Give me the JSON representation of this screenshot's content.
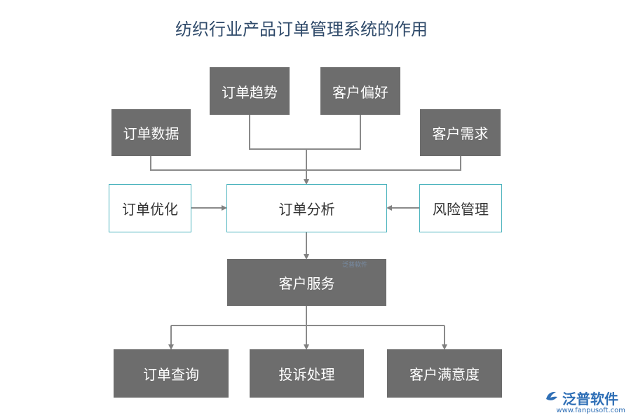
{
  "title": "纺织行业产品订单管理系统的作用",
  "nodes": {
    "order_trend": "订单趋势",
    "customer_preference": "客户偏好",
    "order_data": "订单数据",
    "customer_demand": "客户需求",
    "order_optimization": "订单优化",
    "order_analysis": "订单分析",
    "risk_management": "风险管理",
    "customer_service": "客户服务",
    "order_query": "订单查询",
    "complaint_handling": "投诉处理",
    "customer_satisfaction": "客户满意度"
  },
  "watermark": "泛普软件",
  "logo": {
    "name": "泛普软件",
    "url": "www.fanpusoft.com"
  },
  "colors": {
    "dark_box": "#6d6d6d",
    "light_border": "#4bb3bd",
    "title": "#2f4a6a",
    "logo": "#2f6fb6"
  }
}
